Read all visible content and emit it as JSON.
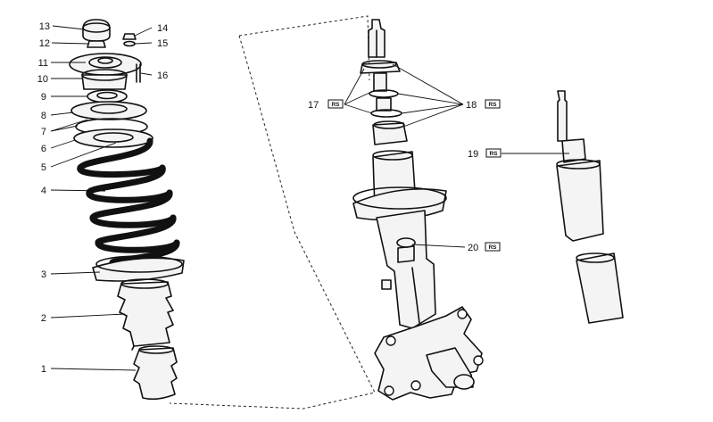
{
  "callouts": [
    {
      "number": "13"
    },
    {
      "number": "12"
    },
    {
      "number": "11"
    },
    {
      "number": "10"
    },
    {
      "number": "9"
    },
    {
      "number": "8"
    },
    {
      "number": "7"
    },
    {
      "number": "6"
    },
    {
      "number": "5"
    },
    {
      "number": "4"
    },
    {
      "number": "3"
    },
    {
      "number": "2"
    },
    {
      "number": "1"
    },
    {
      "number": "14"
    },
    {
      "number": "15"
    },
    {
      "number": "16"
    },
    {
      "number": "17",
      "badge": "RS"
    },
    {
      "number": "18",
      "badge": "RS"
    },
    {
      "number": "19",
      "badge": "RS"
    },
    {
      "number": "20",
      "badge": "RS"
    }
  ]
}
